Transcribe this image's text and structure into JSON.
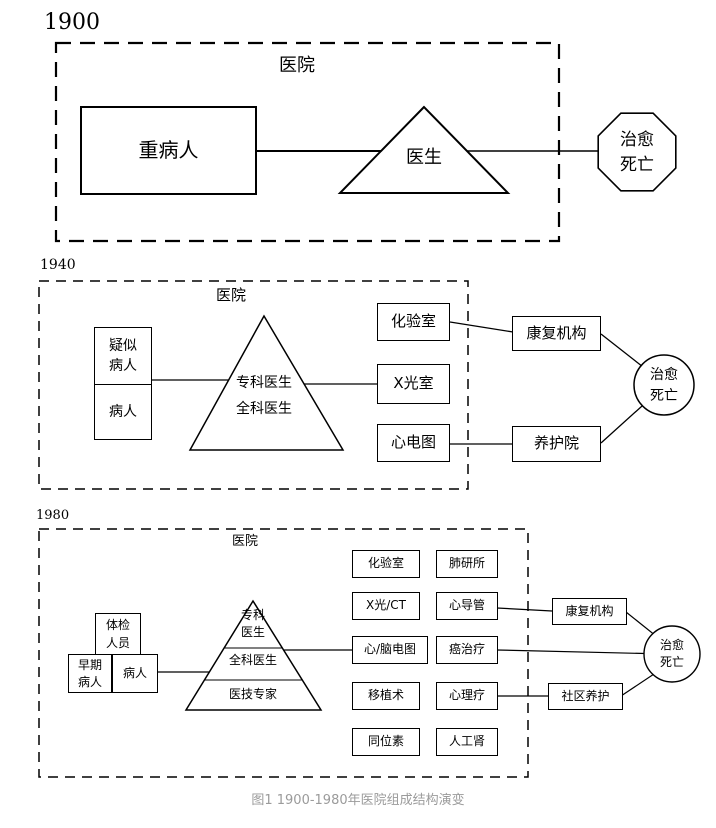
{
  "caption": "图1 1900-1980年医院组成结构演变",
  "p1900": {
    "year": "1900",
    "hospital": "医院",
    "patient": "重病人",
    "doctor": "医生",
    "outcome": "治愈\n死亡"
  },
  "p1940": {
    "year": "1940",
    "hospital": "医院",
    "suspected": "疑似\n病人",
    "patient": "病人",
    "doctors": "专科医生\n全科医生",
    "lab": "化验室",
    "xray": "X光室",
    "ecg": "心电图",
    "rehab": "康复机构",
    "nursing": "养护院",
    "outcome": "治愈\n死亡"
  },
  "p1980": {
    "year": "1980",
    "hospital": "医院",
    "checkup": "体检\n人员",
    "early_patient": "早期\n病人",
    "patient": "病人",
    "specialist": "专科\n医生",
    "gp": "全科医生",
    "tech_expert": "医技专家",
    "left_col": [
      "化验室",
      "X光/CT",
      "心/脑电图",
      "移植术",
      "同位素"
    ],
    "right_col": [
      "肺研所",
      "心导管",
      "癌治疗",
      "心理疗",
      "人工肾"
    ],
    "rehab": "康复机构",
    "community": "社区养护",
    "outcome": "治愈\n死亡"
  }
}
